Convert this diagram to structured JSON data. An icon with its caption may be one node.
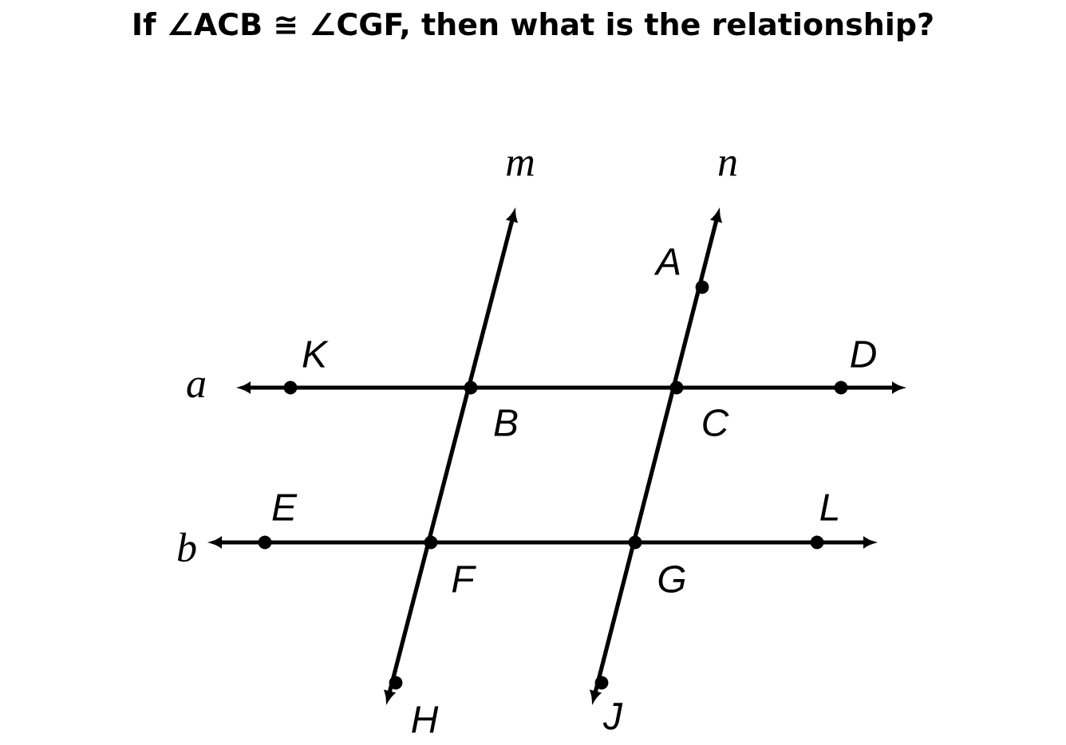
{
  "diagram": {
    "title": "If ∠ACB ≅ ∠CGF, then what is the relationship?",
    "labels": [
      "m",
      "n",
      "A",
      "K",
      "D",
      "a",
      "B",
      "C",
      "E",
      "L",
      "b",
      "F",
      "G",
      "H",
      "J"
    ]
  }
}
